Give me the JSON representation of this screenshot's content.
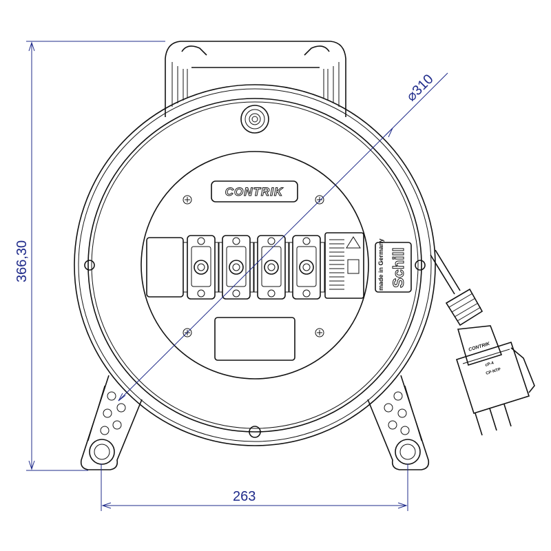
{
  "dimensions": {
    "height_label": "366,30",
    "width_label": "263",
    "diameter_label": "⌀310"
  },
  "branding": {
    "panel_logo": "CONTRIK",
    "side_label_1": "made in Germany",
    "side_label_2": "Schill",
    "connector_logo": "CONTRIK",
    "connector_model_1": "cP-4",
    "connector_model_2": "CP-NTP"
  },
  "colors": {
    "line": "#111111",
    "dimension": "#1e2a8a"
  }
}
